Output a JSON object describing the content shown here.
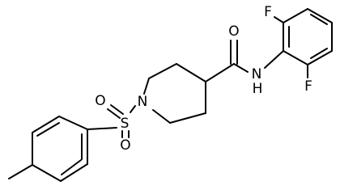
{
  "molecule": {
    "atoms": {
      "fluorine_top": "F",
      "fluorine_bottom": "F",
      "carbonyl_oxygen": "O",
      "amide_nitrogen": "N",
      "amide_hydrogen": "H",
      "piperidine_nitrogen": "N",
      "sulfur": "S",
      "sulfonyl_oxygen_top": "O",
      "sulfonyl_oxygen_bottom": "O"
    },
    "colors": {
      "bond": "#000000",
      "label": "#000000",
      "background": "#ffffff"
    }
  }
}
